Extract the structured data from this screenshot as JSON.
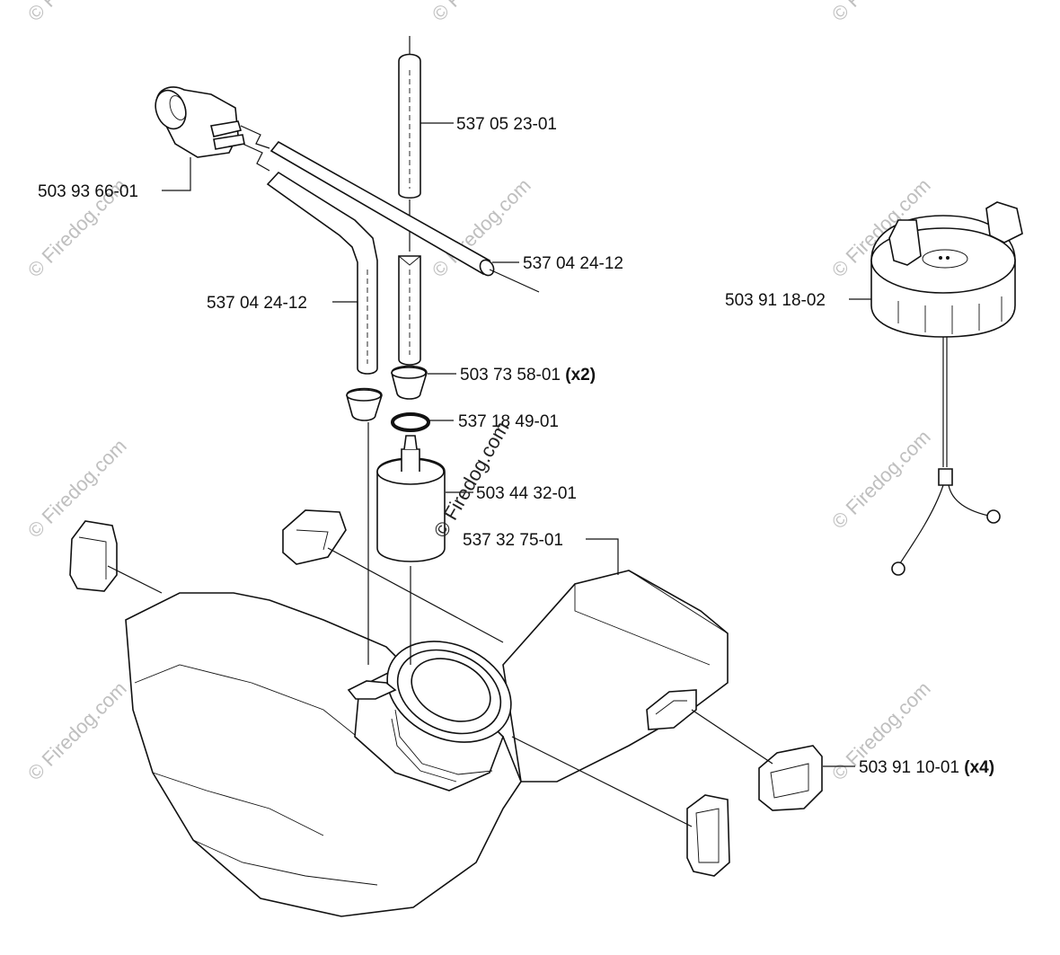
{
  "diagram": {
    "parts": [
      {
        "id": "primer-bulb",
        "number": "503 93 66-01",
        "qty": ""
      },
      {
        "id": "fuel-line-vertical",
        "number": "537 05 23-01",
        "qty": ""
      },
      {
        "id": "fuel-hose-right",
        "number": "537 04 24-12",
        "qty": ""
      },
      {
        "id": "fuel-hose-left",
        "number": "537 04 24-12",
        "qty": ""
      },
      {
        "id": "grommet",
        "number": "503 73 58-01",
        "qty": "(x2)"
      },
      {
        "id": "o-ring",
        "number": "537 18 49-01",
        "qty": ""
      },
      {
        "id": "fuel-filter",
        "number": "503 44 32-01",
        "qty": ""
      },
      {
        "id": "fuel-tank",
        "number": "537 32 75-01",
        "qty": ""
      },
      {
        "id": "fuel-cap",
        "number": "503 91 18-02",
        "qty": ""
      },
      {
        "id": "rubber-mount",
        "number": "503 91 10-01",
        "qty": "(x4)"
      }
    ]
  },
  "watermark": {
    "text": "© Firedog.com"
  }
}
